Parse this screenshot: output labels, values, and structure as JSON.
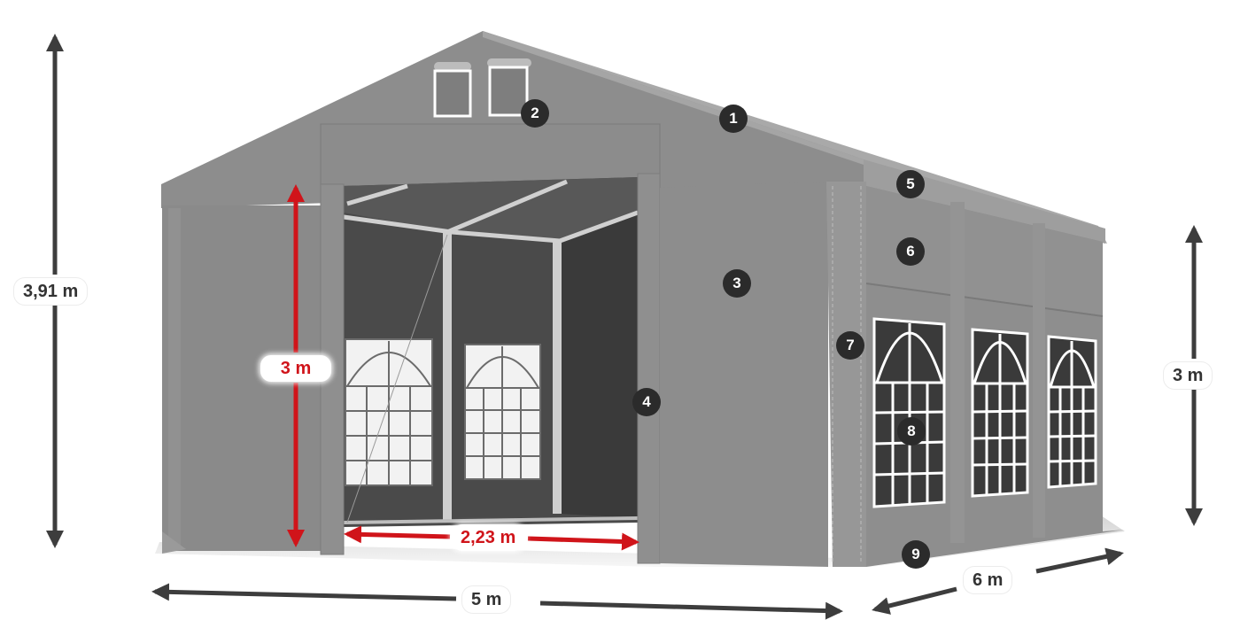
{
  "dimensions": {
    "total_height": "3,91 m",
    "wall_height_right": "3 m",
    "door_height": "3 m",
    "door_width": "2,23 m",
    "width": "5 m",
    "length": "6 m"
  },
  "markers": [
    "1",
    "2",
    "3",
    "4",
    "5",
    "6",
    "7",
    "8",
    "9"
  ],
  "colors": {
    "dimension_red": "#d0141a",
    "dimension_dark": "#333333",
    "tent_gray": "#8f8f8f",
    "marker_bg": "#2b2b2b"
  }
}
